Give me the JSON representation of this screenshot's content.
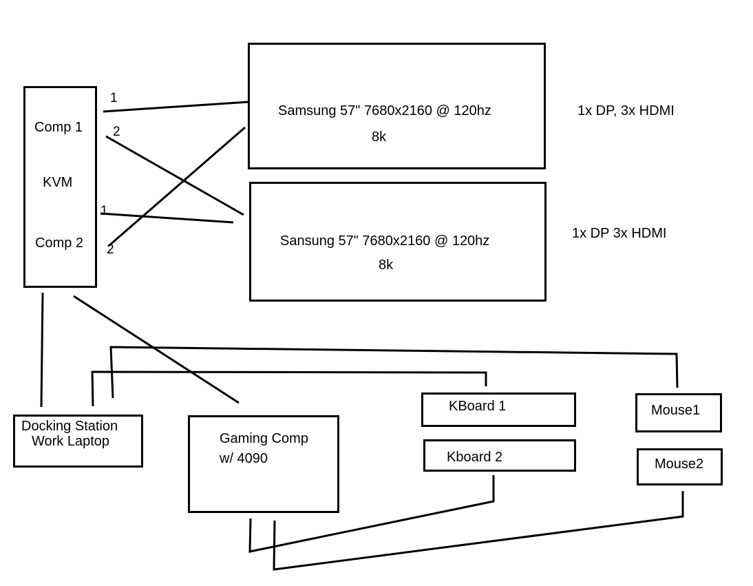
{
  "kvm": {
    "label": "KVM",
    "comp1_label": "Comp 1",
    "comp2_label": "Comp 2",
    "ports": {
      "comp1_port1": "1",
      "comp1_port2": "2",
      "comp2_port1": "1",
      "comp2_port2": "2"
    }
  },
  "monitors": [
    {
      "line1": "Samsung 57\" 7680x2160 @ 120hz",
      "line2": "8k",
      "ports_note": "1x DP, 3x HDMI"
    },
    {
      "line1": "Sansung 57\" 7680x2160 @ 120hz",
      "line2": "8k",
      "ports_note": "1x DP 3x HDMI"
    }
  ],
  "devices": {
    "docking_station": {
      "line1": "Docking Station",
      "line2": "Work Laptop"
    },
    "gaming_comp": {
      "line1": "Gaming Comp",
      "line2": "w/ 4090"
    },
    "keyboard1": "KBoard 1",
    "keyboard2": "Kboard 2",
    "mouse1": "Mouse1",
    "mouse2": "Mouse2"
  }
}
